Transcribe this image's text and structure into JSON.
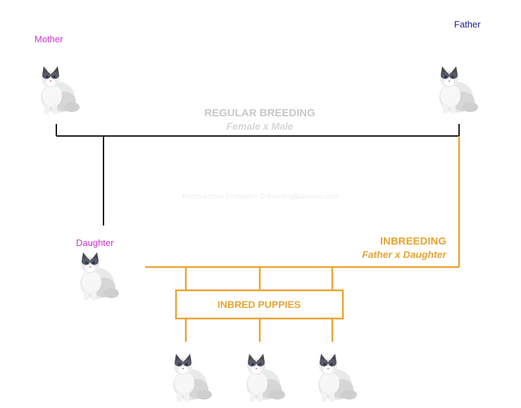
{
  "labels": {
    "mother": "Mother",
    "father": "Father",
    "daughter": "Daughter"
  },
  "regular": {
    "title": "REGULAR BREEDING",
    "subtitle": "Female x Male"
  },
  "inbreeding": {
    "title": "INBREEDING",
    "subtitle": "Father x Daughter"
  },
  "puppies_box": "INBRED PUPPIES",
  "watermark": "Reproduction Forbidden © BreedingBusiness.com",
  "colors": {
    "mother_label": "#cc33cc",
    "father_label": "#1a1a8c",
    "daughter_label": "#cc33cc",
    "regular_text": "#c8c8c8",
    "inbreeding_accent": "#e8a431",
    "line_black": "#1a1a1a",
    "watermark": "#eeeeee"
  },
  "cats": [
    {
      "role": "mother",
      "icon": "ragdoll-cat-icon"
    },
    {
      "role": "father",
      "icon": "ragdoll-cat-icon"
    },
    {
      "role": "daughter",
      "icon": "ragdoll-cat-icon"
    },
    {
      "role": "puppy",
      "icon": "ragdoll-cat-icon"
    },
    {
      "role": "puppy",
      "icon": "ragdoll-cat-icon"
    },
    {
      "role": "puppy",
      "icon": "ragdoll-cat-icon"
    }
  ]
}
